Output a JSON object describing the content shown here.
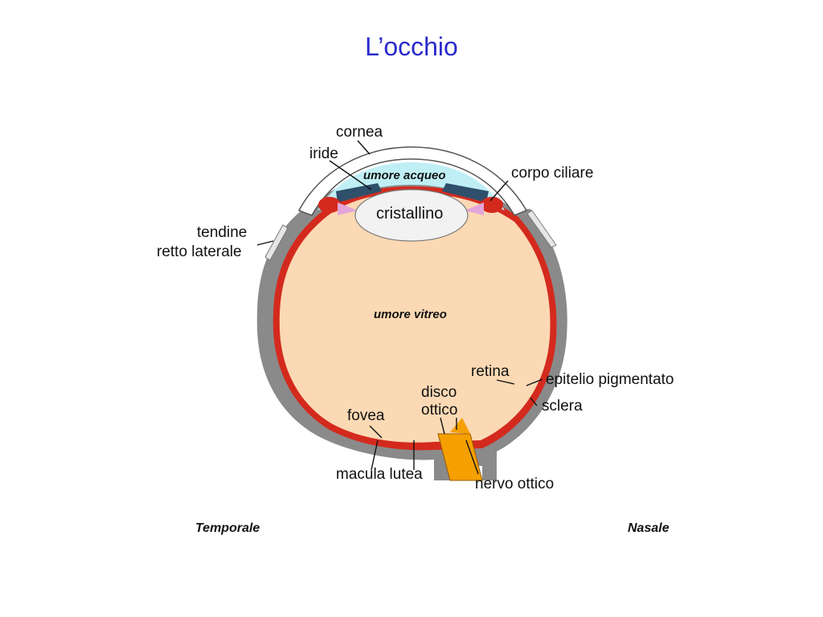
{
  "title": "L’occhio",
  "labels": {
    "cornea": "cornea",
    "iride": "iride",
    "umore_acqueo": "umore acqueo",
    "corpo_ciliare": "corpo ciliare",
    "cristallino": "cristallino",
    "tendine": "tendine",
    "retto_laterale": "retto laterale",
    "umore_vitreo": "umore vitreo",
    "retina": "retina",
    "epitelio_pigmentato": "epitelio pigmentato",
    "sclera": "sclera",
    "disco": "disco",
    "ottico": "ottico",
    "fovea": "fovea",
    "macula_lutea": "macula lutea",
    "nervo_ottico": "nervo ottico",
    "temporale": "Temporale",
    "nasale": "Nasale"
  },
  "colors": {
    "title": "#2a2acc",
    "sclera": "#8a8a8a",
    "retina": "#d42a1e",
    "vitreous": "#fbd9b4",
    "aqueous": "#bfeff5",
    "lens": "#f2f2f2",
    "nerve": "#f5a000"
  }
}
